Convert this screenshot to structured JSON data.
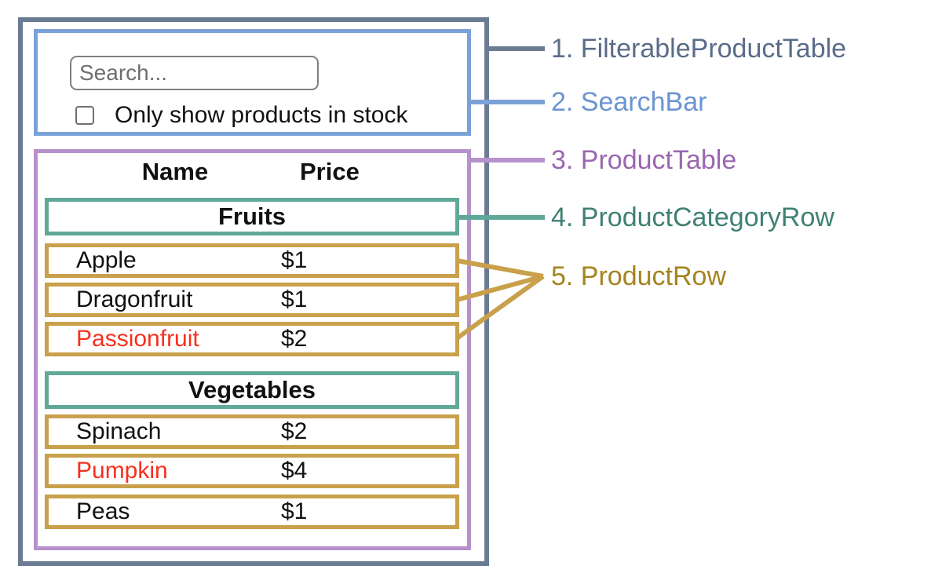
{
  "search_bar": {
    "search_placeholder": "Search...",
    "checkbox_label": "Only show products in stock",
    "checkbox_checked": false
  },
  "product_table": {
    "headers": {
      "name": "Name",
      "price": "Price"
    },
    "sections": [
      {
        "category": "Fruits",
        "rows": [
          {
            "name": "Apple",
            "price": "$1",
            "highlighted_red": false
          },
          {
            "name": "Dragonfruit",
            "price": "$1",
            "highlighted_red": false
          },
          {
            "name": "Passionfruit",
            "price": "$2",
            "highlighted_red": true
          }
        ]
      },
      {
        "category": "Vegetables",
        "rows": [
          {
            "name": "Spinach",
            "price": "$2",
            "highlighted_red": false
          },
          {
            "name": "Pumpkin",
            "price": "$4",
            "highlighted_red": true
          },
          {
            "name": "Peas",
            "price": "$1",
            "highlighted_red": false
          }
        ]
      }
    ]
  },
  "annotations": [
    {
      "text": "1. FilterableProductTable",
      "color": "#5a6c89"
    },
    {
      "text": "2. SearchBar",
      "color": "#6b94d1"
    },
    {
      "text": "3. ProductTable",
      "color": "#9a67b1"
    },
    {
      "text": "4. ProductCategoryRow",
      "color": "#3f8173"
    },
    {
      "text": "5. ProductRow",
      "color": "#a4841f"
    }
  ],
  "colors": {
    "filterable_product_table_border": "#6b7b94",
    "search_bar_border": "#7aa2d9",
    "product_table_border": "#b691cb",
    "product_category_row_border": "#60a897",
    "product_row_border": "#c9a04b",
    "out_of_stock_text": "#f6301f",
    "input_border": "#7f7f7f",
    "placeholder_text": "#6f6f6f",
    "background": "#ffffff"
  }
}
